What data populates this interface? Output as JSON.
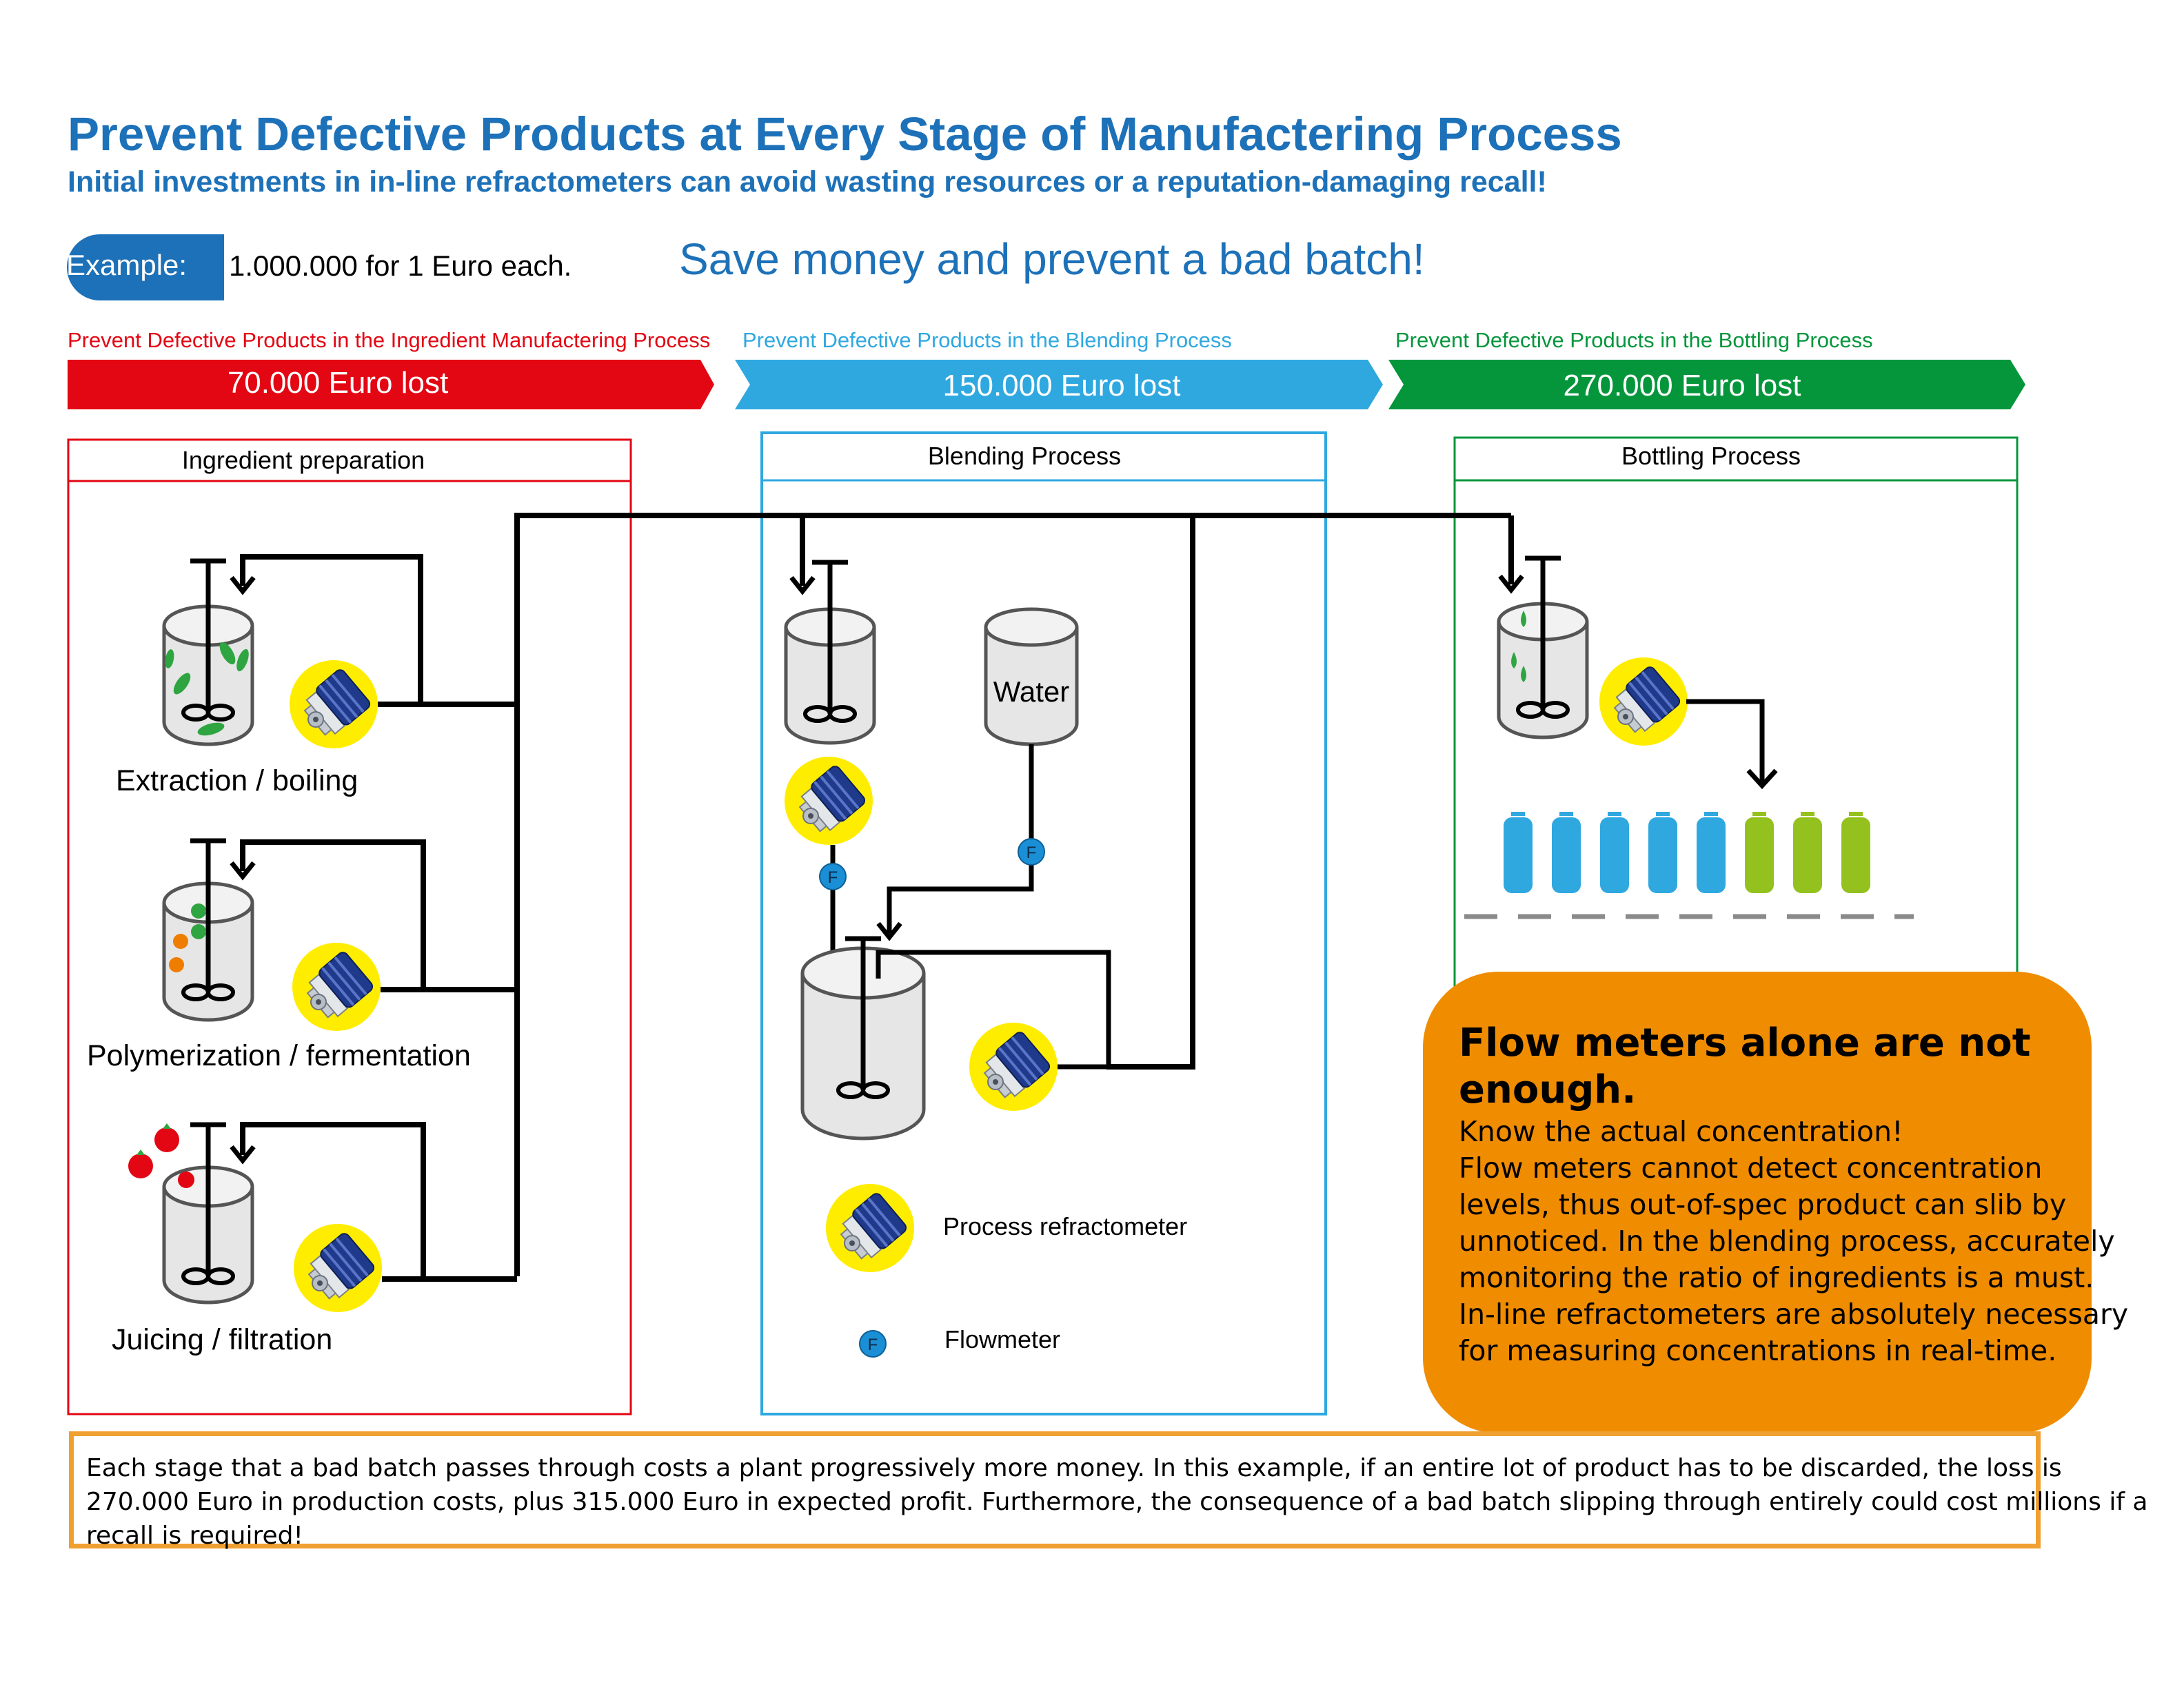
{
  "header": {
    "title": "Prevent Defective Products at Every Stage of Manufactering Process",
    "subtitle": "Initial investments in in-line refractometers can avoid wasting resources or a reputation-damaging recall!"
  },
  "example": {
    "badge": "Example:",
    "text": "1.000.000 for 1 Euro each.",
    "slogan": "Save money and prevent a bad batch!"
  },
  "stages": [
    {
      "caption": "Prevent Defective Products in the Ingredient Manufactering Process",
      "loss": "70.000 Euro lost",
      "color": "#e30613",
      "panel_title": "Ingredient preparation"
    },
    {
      "caption": "Prevent Defective Products in the Blending Process",
      "loss": "150.000 Euro lost",
      "color": "#2fa8e0",
      "panel_title": "Blending Process"
    },
    {
      "caption": "Prevent Defective Products in the Bottling Process",
      "loss": "270.000 Euro lost",
      "color": "#05963c",
      "panel_title": "Bottling Process"
    }
  ],
  "ingredient_steps": [
    "Extraction / boiling",
    "Polymerization / fermentation",
    "Juicing / filtration"
  ],
  "blending": {
    "water_label": "Water",
    "flowmeter_symbol": "F",
    "legend": {
      "refractometer": "Process refractometer",
      "flowmeter": "Flowmeter"
    }
  },
  "bottling": {
    "bottles": [
      "blue",
      "blue",
      "blue",
      "blue",
      "blue",
      "green",
      "green",
      "green"
    ],
    "colors": {
      "blue": "#2fa8e0",
      "green": "#95c11f"
    }
  },
  "callout": {
    "heading": "Flow meters alone are not enough.",
    "lines": [
      "Know the actual concentration!",
      "Flow meters cannot detect concentration",
      "levels, thus out-of-spec product can slib by",
      "unnoticed. In the blending process, accurately",
      "monitoring the ratio of ingredients is a must.",
      "In-line refractometers are absolutely necessary",
      "for measuring concentrations in real-time."
    ]
  },
  "footer": {
    "lines": [
      "Each stage that a bad batch passes through costs a plant progressively more money. In this example, if an entire lot of product has to be discarded, the loss is",
      "270.000 Euro in production costs, plus 315.000 Euro in expected profit. Furthermore, the consequence of a bad batch slipping through entirely could cost millions if a",
      "recall is required!"
    ]
  },
  "colors": {
    "title_blue": "#1d71b8",
    "orange": "#f08c00",
    "red": "#e30613",
    "cyan": "#2fa8e0",
    "green": "#05963c",
    "refractometer_yellow": "#ffed00"
  }
}
